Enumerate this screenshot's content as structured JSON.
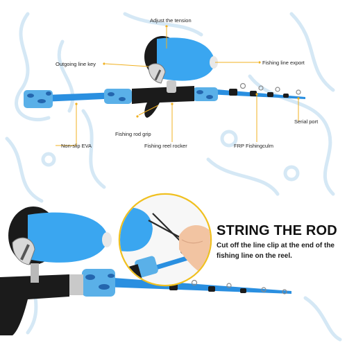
{
  "labels": {
    "adjust_tension": "Adjust the tension",
    "outgoing_line_key": "Outgoing line key",
    "fishing_line_export": "Fishing line export",
    "fishing_rod_grip": "Fishing rod grip",
    "non_slip_eva": "Non-slip EVA",
    "fishing_reel_rocker": "Fishing reel rocker",
    "frp_fishingculm": "FRP Fishingculm",
    "serial_port": "Serial port"
  },
  "section": {
    "title": "STRING THE ROD",
    "description": "Cut off the line clip at the end of the fishing line on the reel."
  },
  "colors": {
    "rod_blue": "#2a8fe0",
    "reel_blue": "#3aa6f0",
    "camo_blue": "#5ab0e8",
    "callout_yellow": "#f0b020",
    "background_art": "#d9ecf7"
  }
}
